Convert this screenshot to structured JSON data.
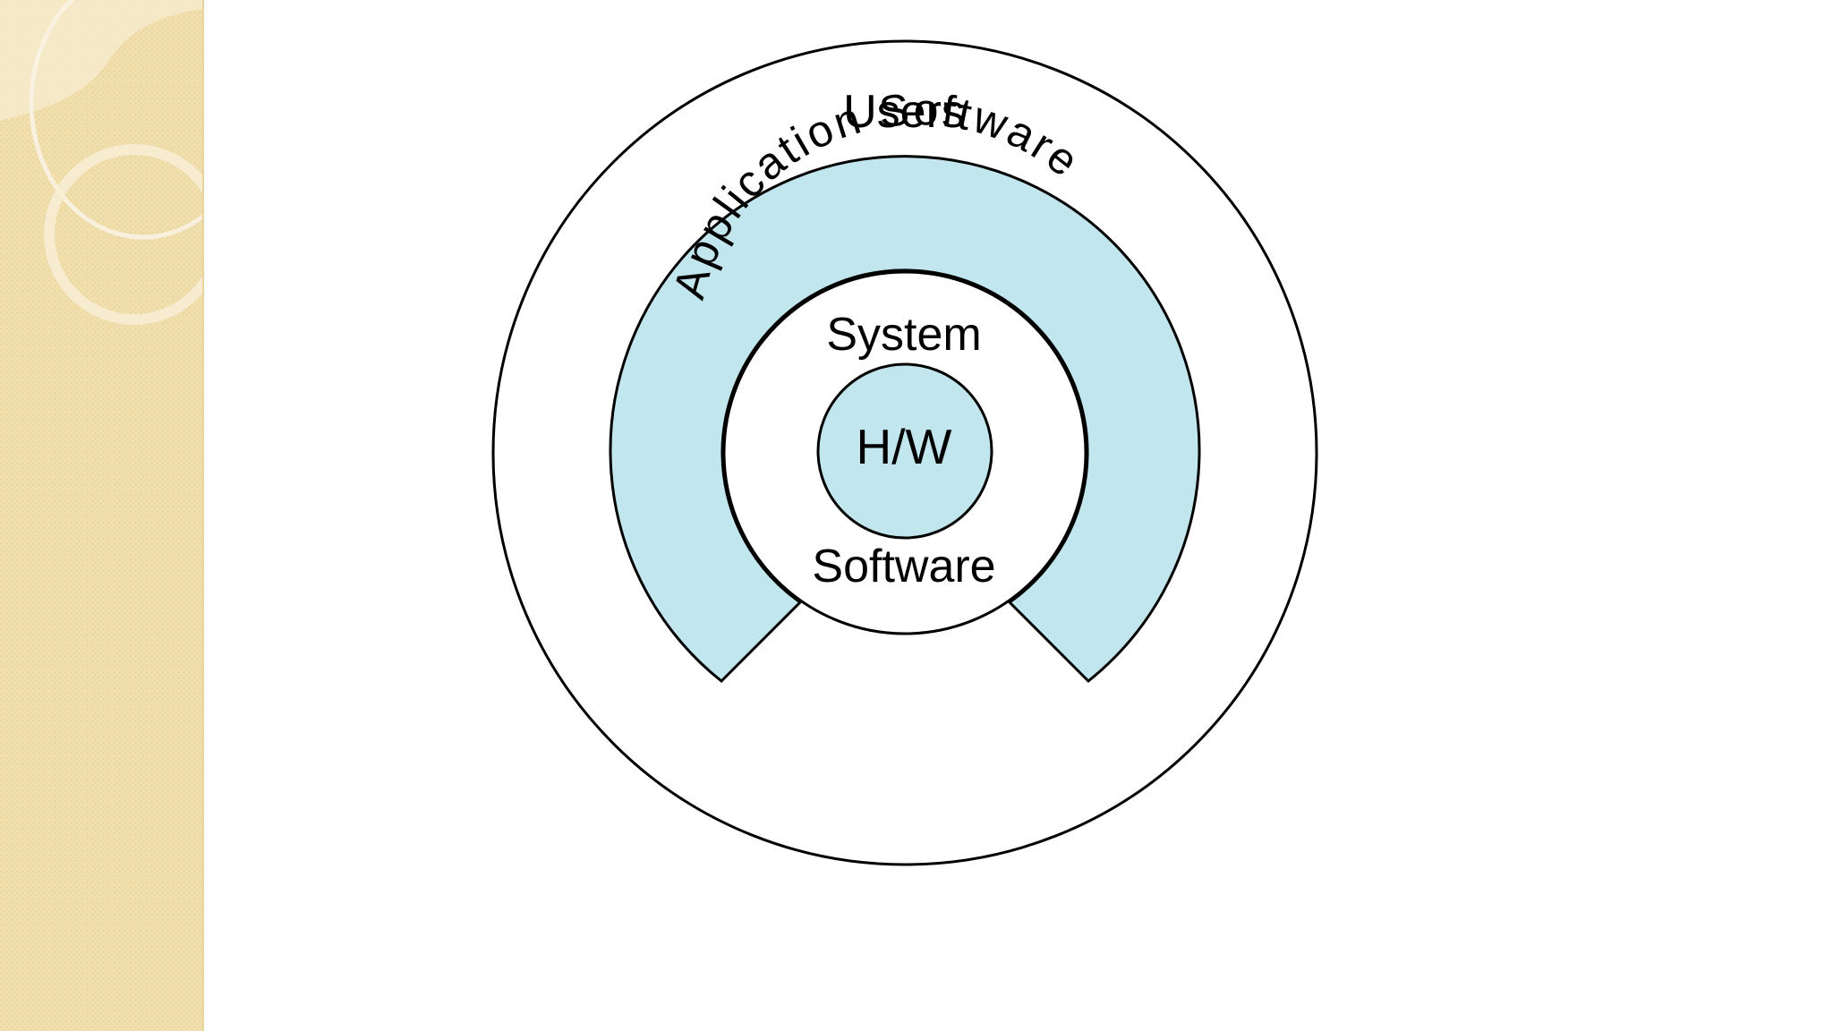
{
  "diagram": {
    "labels": {
      "users": "Users",
      "application_software": "Application Software",
      "system": "System",
      "software": "Software",
      "hardware": "H/W"
    },
    "colors": {
      "ring_fill": "#c2e6ee",
      "outline": "#000000",
      "background": "#ffffff",
      "side_panel": "#f2dfae",
      "side_panel_dots": "#e6cf94"
    }
  }
}
